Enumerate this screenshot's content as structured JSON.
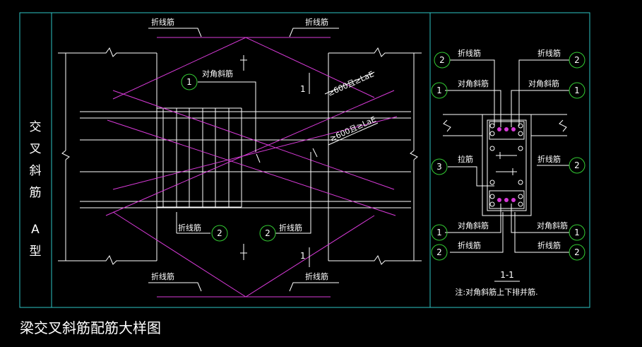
{
  "colors": {
    "background": "#000000",
    "frame": "#2ec4c4",
    "rebar": "#d83ad8",
    "line": "#ffffff",
    "circle": "#33cc33"
  },
  "drawing": {
    "title": "梁交叉斜筋配筋大样图",
    "side_title_chars": [
      "交",
      "叉",
      "斜",
      "筋",
      "A",
      "型"
    ],
    "labels": {
      "bent_bar": "折线筋",
      "diagonal_bar": "对角斜筋",
      "tie_bar": "拉筋",
      "anchor_length": "≥600且≥LaE"
    },
    "markers": {
      "m1": "1",
      "m2": "2",
      "m3": "3"
    },
    "section_cut": "1",
    "section_title": "1-1",
    "note": "注:对角斜筋上下排并筋."
  }
}
